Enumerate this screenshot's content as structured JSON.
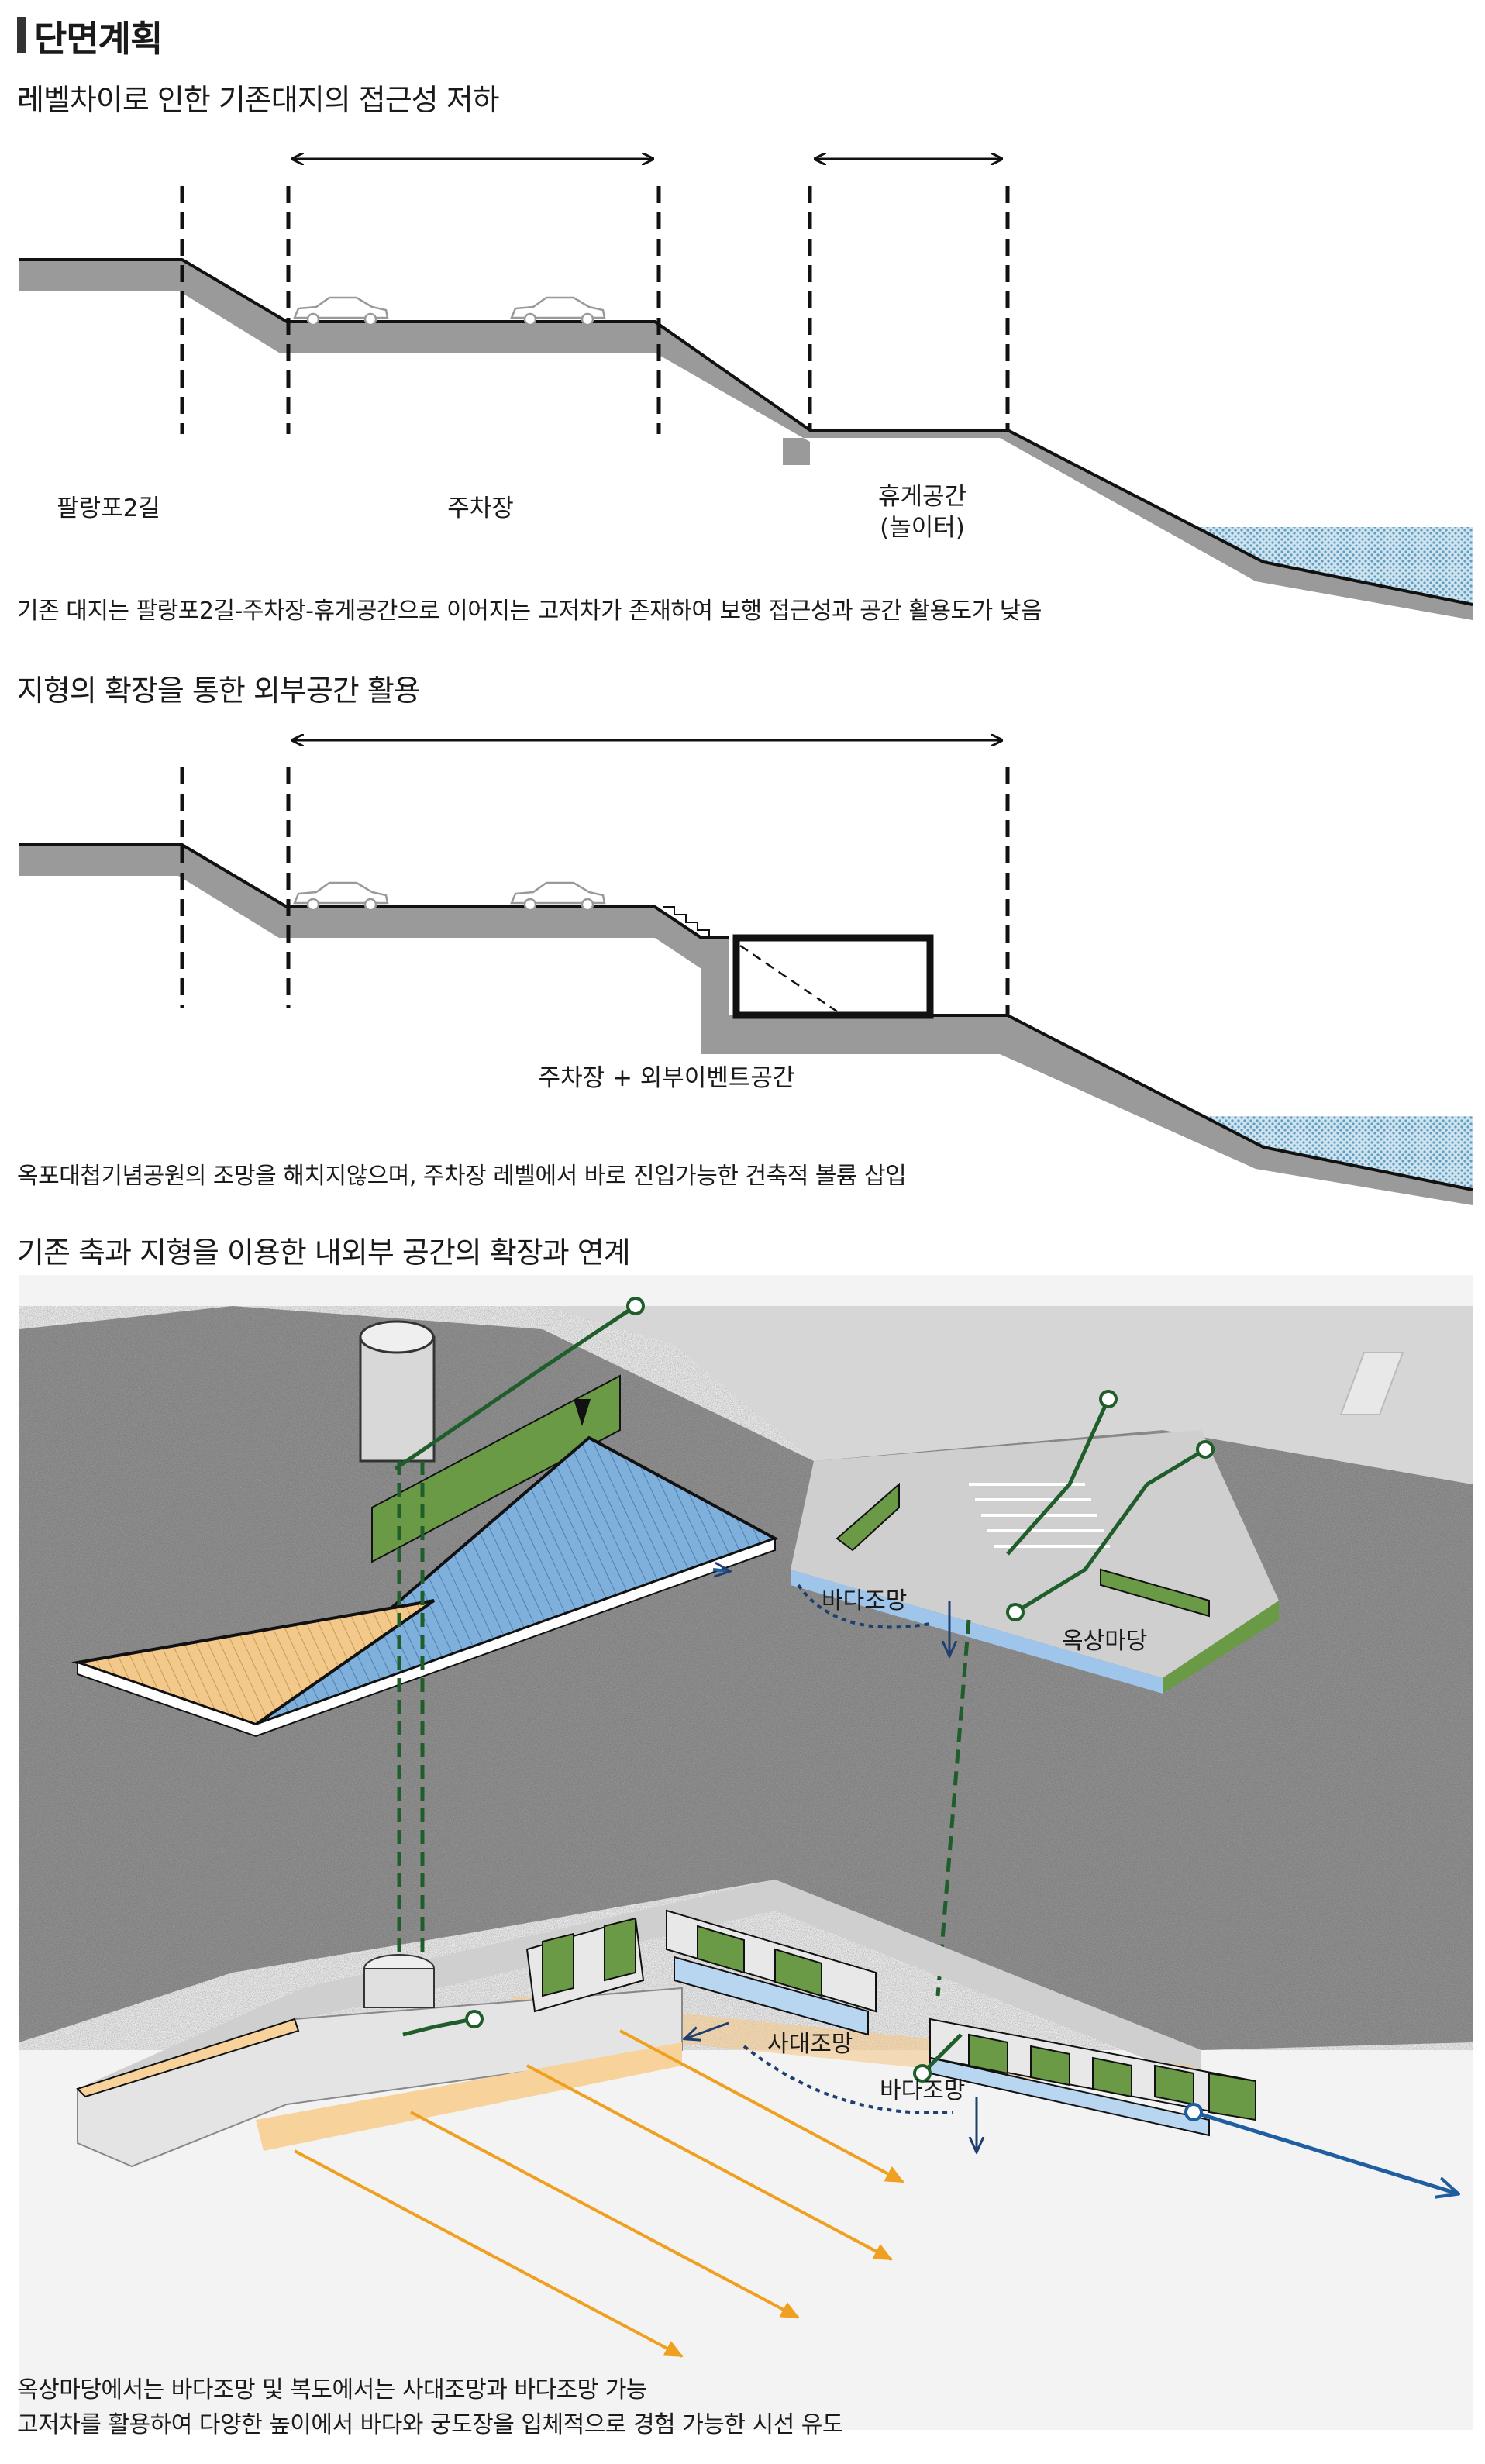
{
  "page": {
    "title": "단면계획"
  },
  "section1": {
    "heading": "레벨차이로 인한 기존대지의 접근성 저하",
    "labels": {
      "road": "팔랑포2길",
      "parking": "주차장",
      "rest_line1": "휴게공간",
      "rest_line2": "(놀이터)"
    },
    "description": "기존 대지는 팔랑포2길-주차장-휴게공간으로 이어지는 고저차가 존재하여 보행 접근성과 공간 활용도가 낮음"
  },
  "section2": {
    "heading": "지형의 확장을 통한 외부공간 활용",
    "labels": {
      "combined": "주차장 + 외부이벤트공간"
    },
    "description": "옥포대첩기념공원의 조망을 해치지않으며,  주차장 레벨에서 바로 진입가능한 건축적 볼륨 삽입"
  },
  "section3": {
    "heading": "기존 축과 지형을 이용한 내외부 공간의 확장과 연계",
    "labels": {
      "sea_view_top": "바다조망",
      "rooftop": "옥상마당",
      "sadae_view": "사대조망",
      "sea_view_bottom": "바다조망"
    },
    "description_line1": "옥상마당에서는 바다조망 및 복도에서는 사대조망과 바다조망 가능",
    "description_line2": "고저차를 활용하여 다양한 높이에서 바다와 궁도장을 입체적으로 경험 가능한 시선 유도"
  },
  "colors": {
    "ground": "#9a9a9a",
    "ground_dark": "#2a2a2a",
    "water": "#8fbfd6",
    "green": "#1f5e2b",
    "green_panel": "#6a9a45",
    "blue_roof": "#7fb0dc",
    "wood": "#f2c98a",
    "orange_arrow": "#f0a020",
    "blue_arrow": "#1f5f9f",
    "gravel": "#7d7d7d"
  },
  "icons": {
    "car": "car-icon",
    "span_arrow": "double-arrow-icon",
    "view_arrow": "view-arrow-icon",
    "stairs": "stairs-icon"
  }
}
